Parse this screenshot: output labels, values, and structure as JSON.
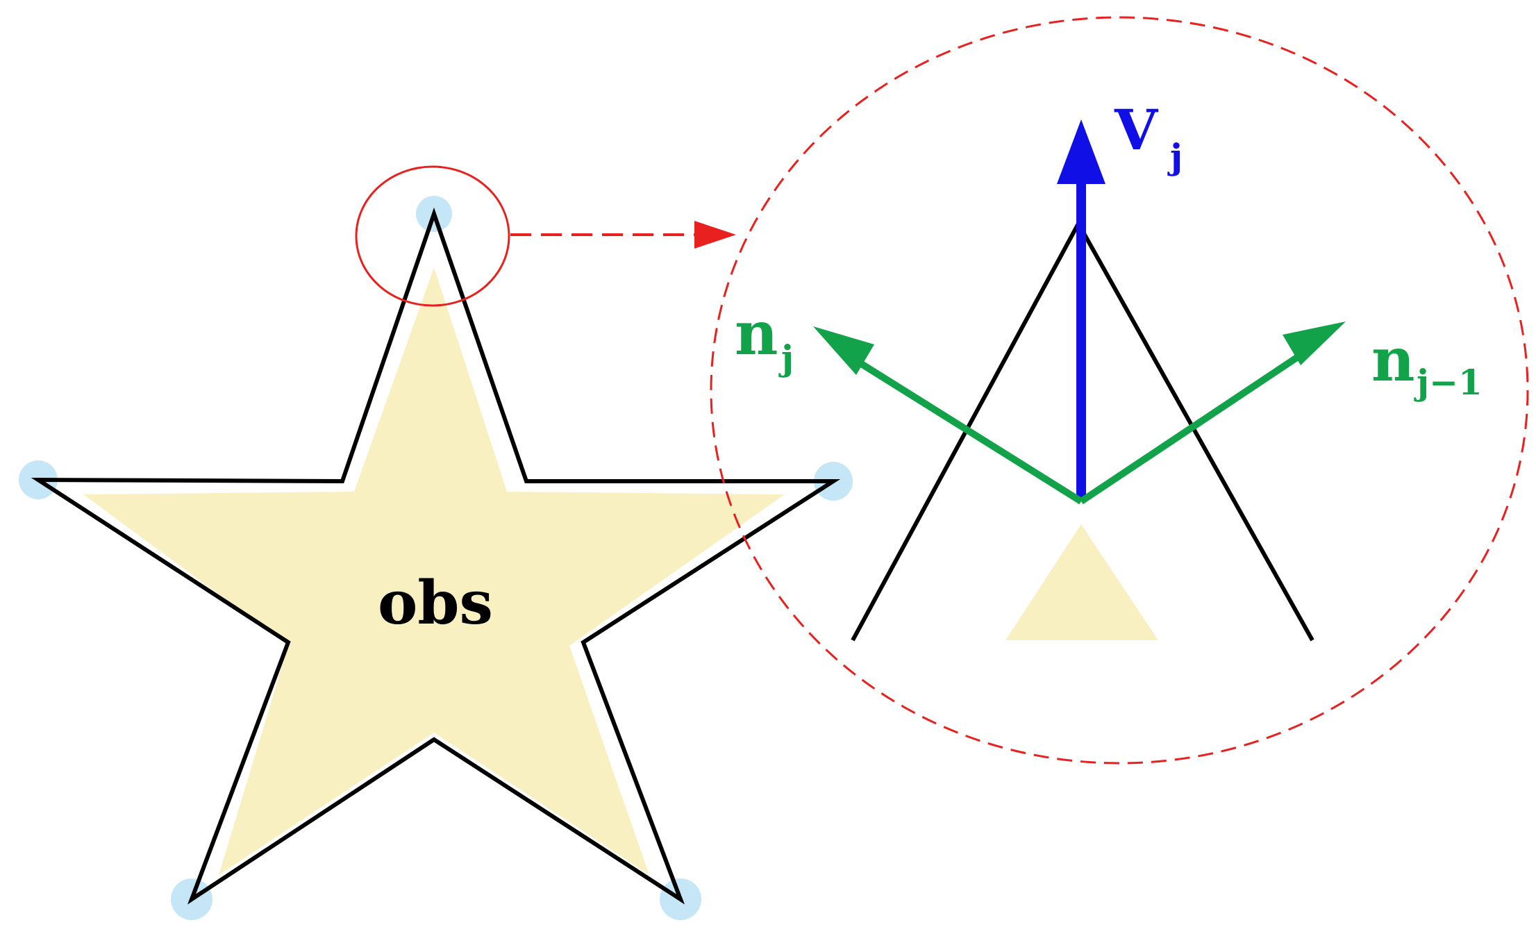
{
  "obstacle": {
    "label": "obs"
  },
  "zoom": {
    "velocity": {
      "symbol": "V",
      "subscript": "j"
    },
    "normal_left": {
      "symbol": "n",
      "subscript": "j"
    },
    "normal_right": {
      "symbol": "n",
      "subscript": "j−1"
    }
  },
  "colors": {
    "obstacle_fill": "#f9f0c1",
    "outline": "#000000",
    "vertex_marker": "#c5e6f7",
    "highlight": "#e8201e",
    "velocity": "#1010e6",
    "normal": "#12a24a"
  }
}
